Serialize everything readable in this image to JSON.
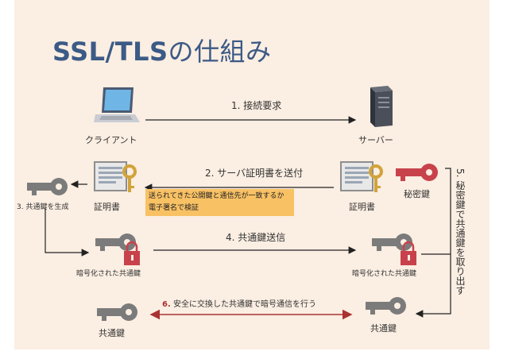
{
  "title": {
    "main": "SSL/TLS",
    "suffix": "の仕組み"
  },
  "nodes": {
    "client": "クライアント",
    "server": "サーバー",
    "cert_left": "証明書",
    "cert_right": "証明書",
    "private_key": "秘密鍵",
    "gen_common_key": "3. 共通鍵を生成",
    "enc_key_left": "暗号化された共通鍵",
    "enc_key_right": "暗号化された共通鍵",
    "common_key_left": "共通鍵",
    "common_key_right": "共通鍵"
  },
  "steps": {
    "s1": "1. 接続要求",
    "s2": "2. サーバ証明書を送付",
    "s4": "4. 共通鍵送信",
    "s5": "5. 秘密鍵で共通鍵を取り出す",
    "s6_num": "6.",
    "s6_text": " 安全に交換した共通鍵で暗号通信を行う"
  },
  "note": {
    "line1": "送られてきた公開鍵と通信先が一致するか",
    "line2": "電子署名で検証"
  },
  "colors": {
    "title": "#3c5a86",
    "slide_bg": "#fbeee2",
    "key_gray": "#7b7b7b",
    "key_red": "#c8424b",
    "note_bg": "#f8c164",
    "arrow_red": "#a93232"
  }
}
